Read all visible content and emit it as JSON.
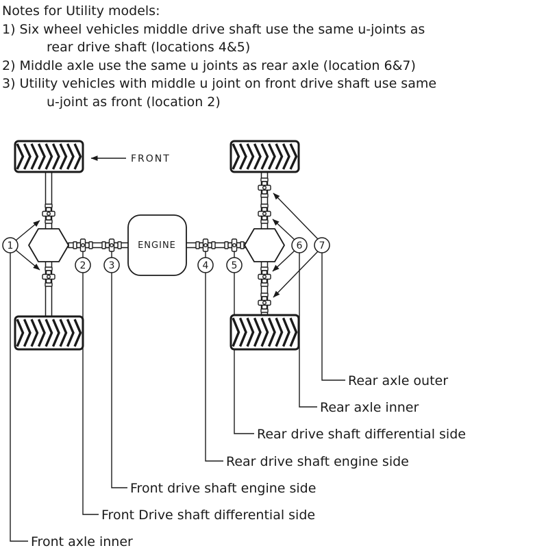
{
  "page": {
    "background": "#ffffff",
    "line_color": "#1a1a1a"
  },
  "notes": {
    "lines": [
      {
        "text": "Notes for Utility models:"
      },
      {
        "text": "1) Six wheel vehicles middle drive shaft use the same u-joints as"
      },
      {
        "text": "rear drive shaft (locations 4&5)"
      },
      {
        "text": "2) Middle axle use the same u joints as rear axle (location 6&7)"
      },
      {
        "text": "3) Utility vehicles with middle u joint on front drive shaft use same"
      },
      {
        "text": "u-joint as front (location 2)"
      }
    ]
  },
  "diagram": {
    "front_arrow_label": "FRONT",
    "engine_label": "ENGINE",
    "callouts": [
      {
        "number": "1",
        "label": "Front axle inner"
      },
      {
        "number": "2",
        "label": "Front Drive shaft differential side"
      },
      {
        "number": "3",
        "label": "Front drive shaft engine side"
      },
      {
        "number": "4",
        "label": "Rear drive shaft engine side"
      },
      {
        "number": "5",
        "label": "Rear drive shaft differential side"
      },
      {
        "number": "6",
        "label": "Rear axle inner"
      },
      {
        "number": "7",
        "label": "Rear axle outer"
      }
    ]
  }
}
